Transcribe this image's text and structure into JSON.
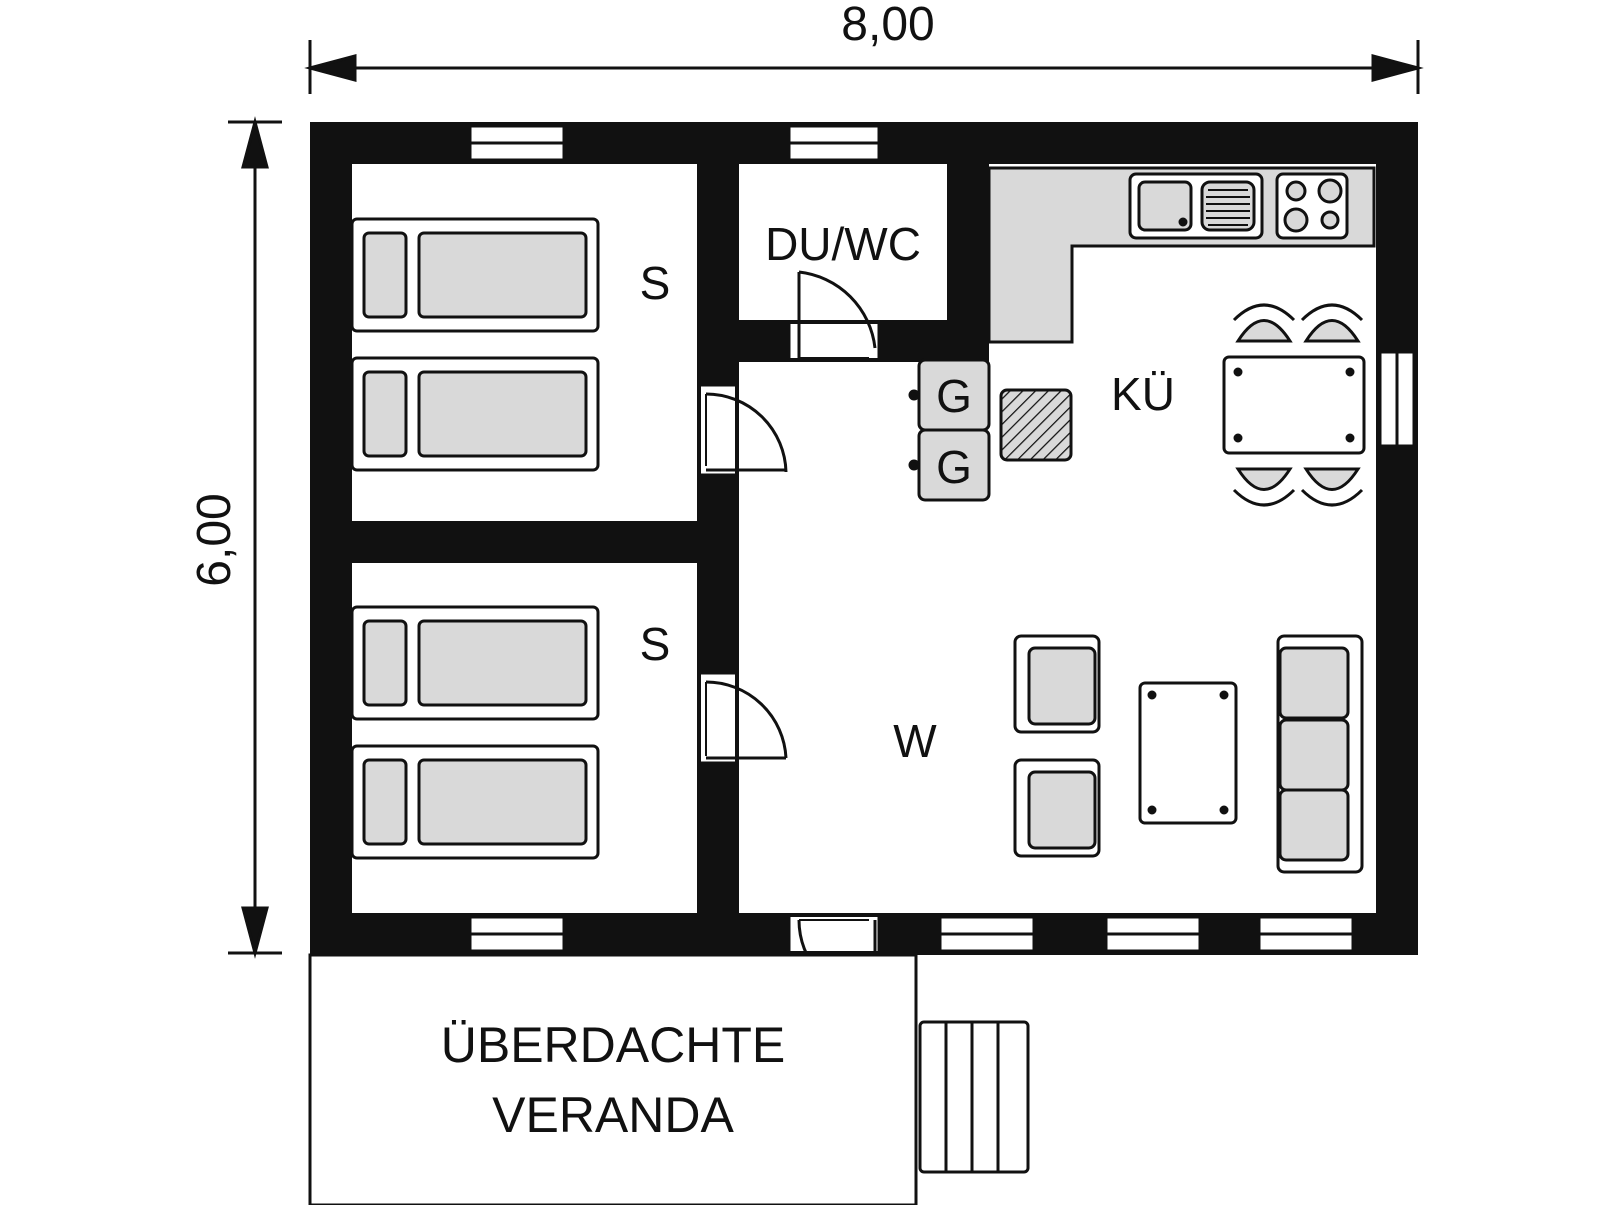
{
  "dimensions": {
    "width": "8,00",
    "height": "6,00"
  },
  "rooms": {
    "bedroom_1": "S",
    "bedroom_2": "S",
    "bathroom": "DU/WC",
    "kitchen": "KÜ",
    "living": "W",
    "veranda_line1": "ÜBERDACHTE",
    "veranda_line2": "VERANDA"
  },
  "appliances": {
    "gas_1": "G",
    "gas_2": "G"
  },
  "colors": {
    "wall": "#111111",
    "furniture_fill": "#d9d9d9",
    "background": "#ffffff"
  }
}
